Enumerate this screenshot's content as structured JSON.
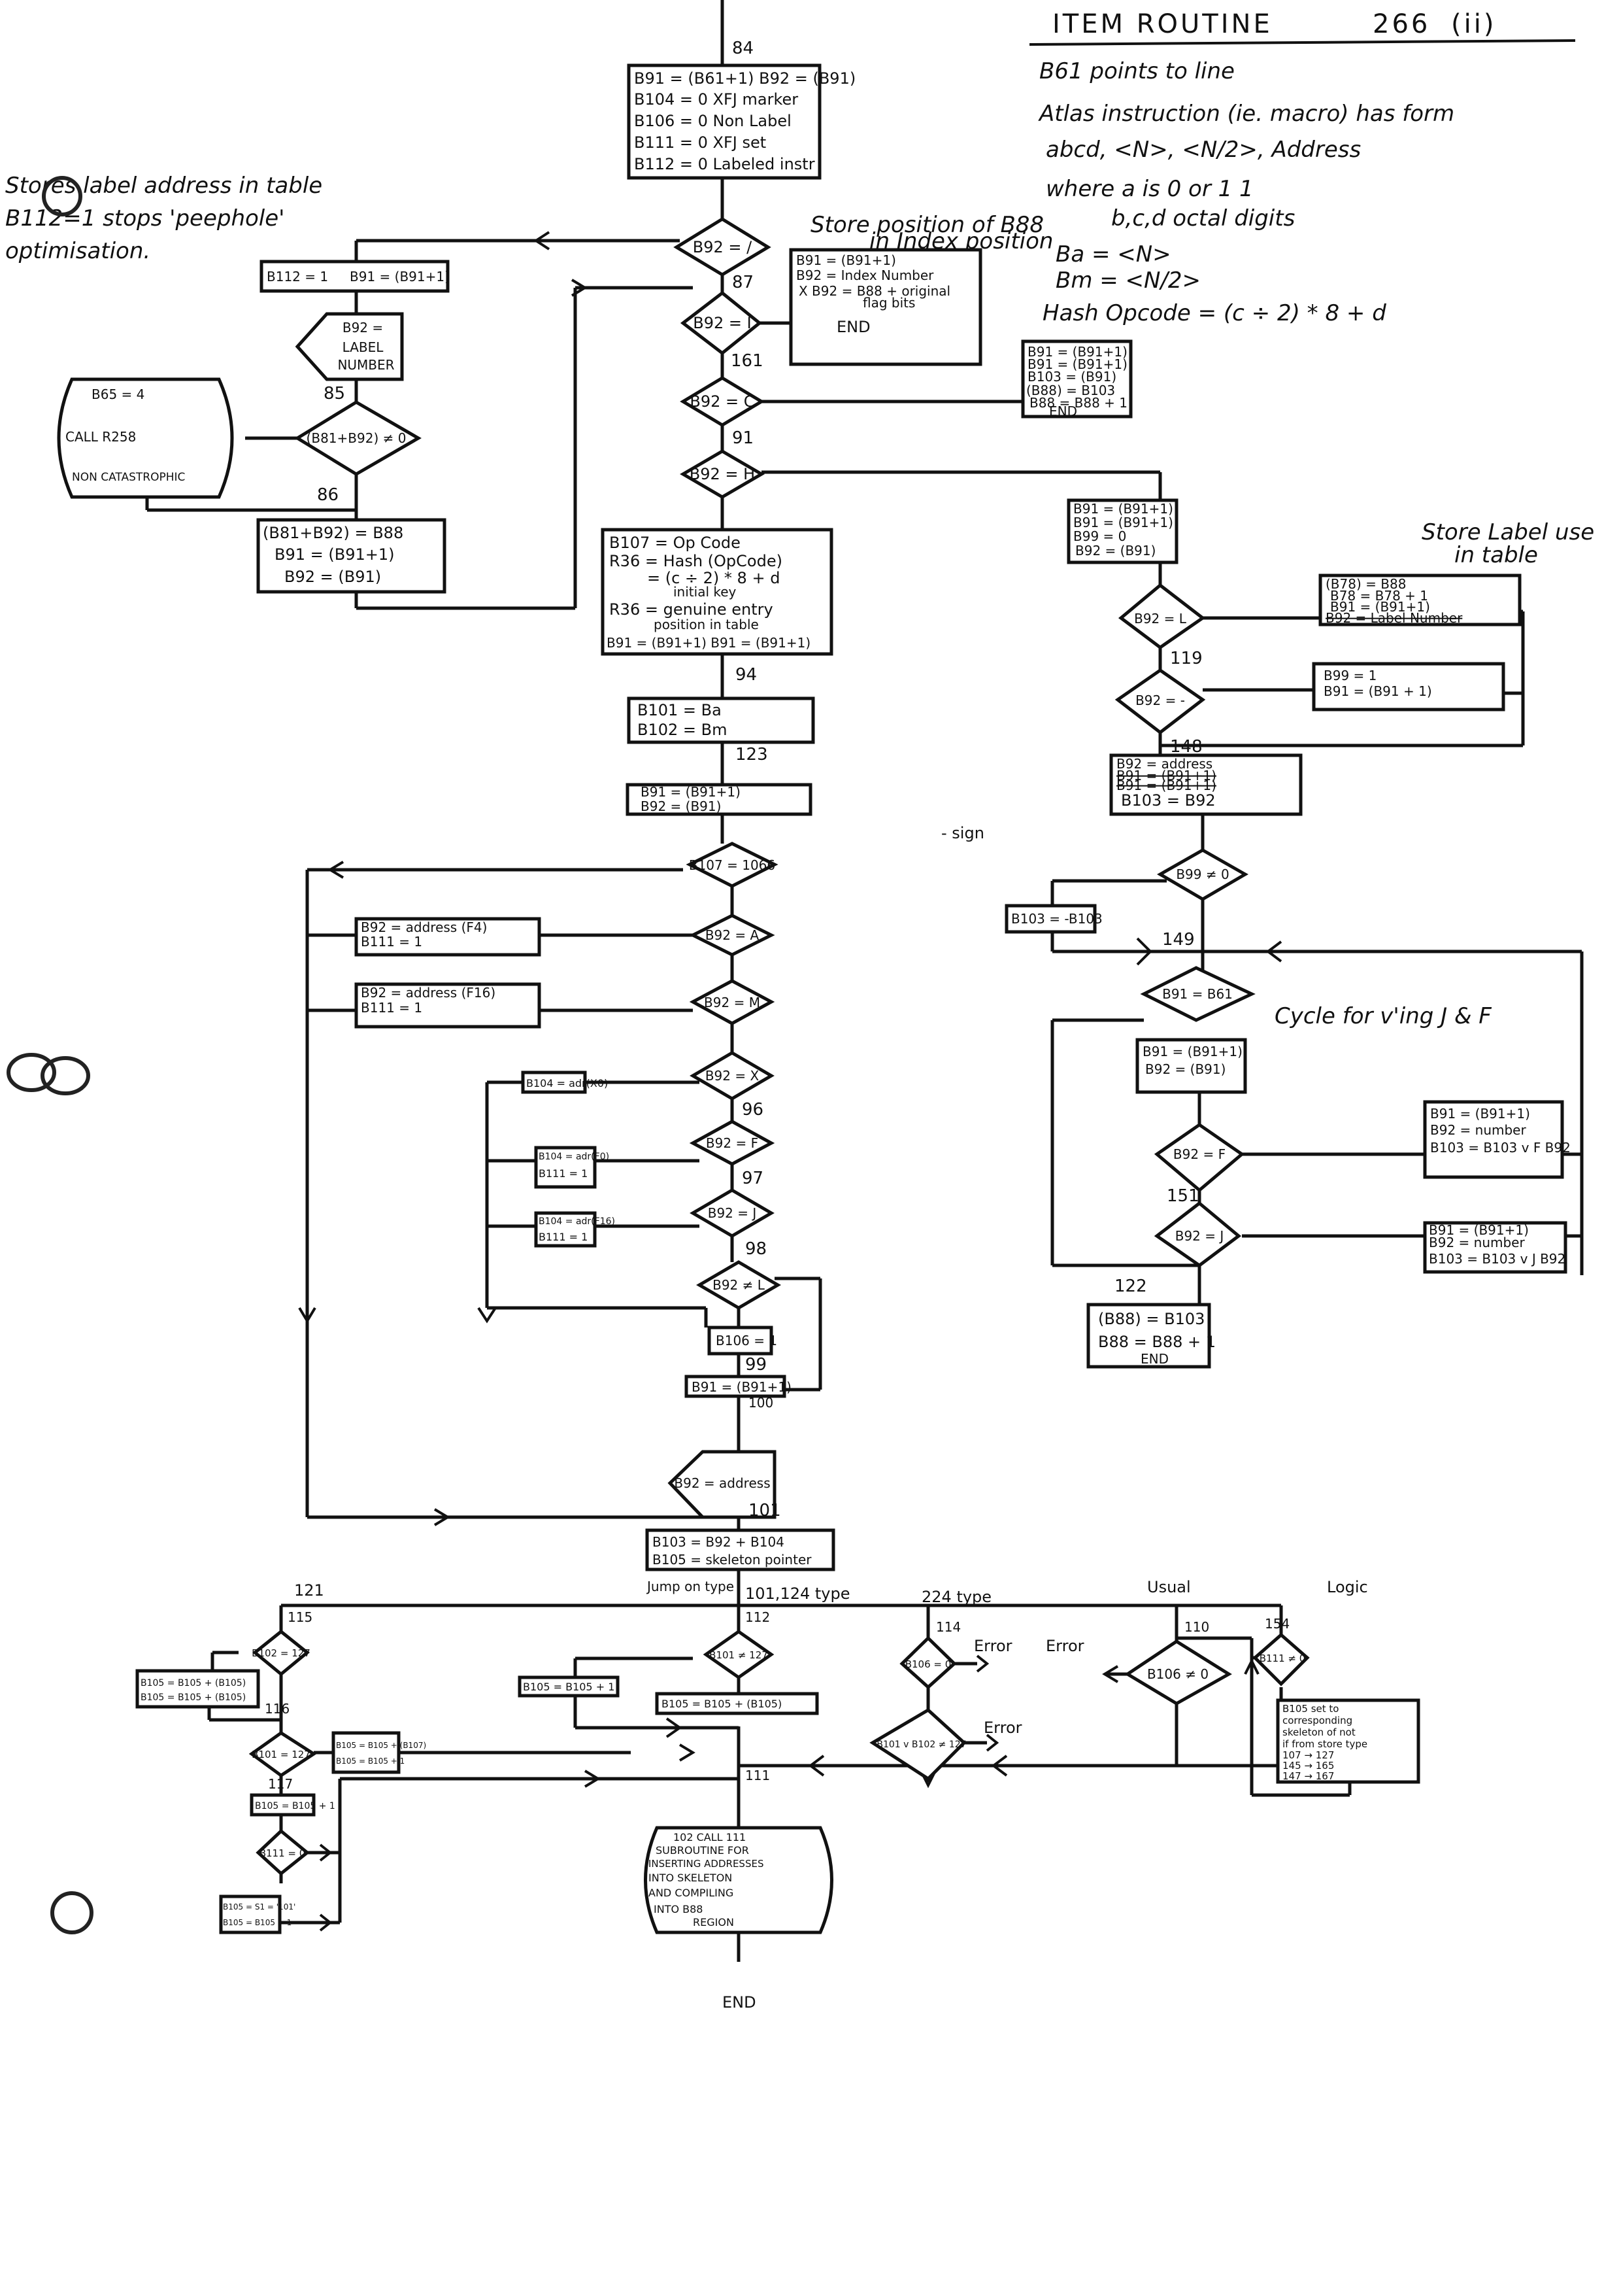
{
  "header": {
    "title": "ITEM ROUTINE",
    "routine_number": "266",
    "part": "(ii)"
  },
  "notes": {
    "top_right": [
      "B61 points to line",
      "Atlas instruction (ie. macro) has form",
      "abcd, <N>, <N/2>, Address",
      "where a is 0 or 1 1",
      "b,c,d octal digits",
      "Ba = <N>",
      "Bm = <N/2>",
      "Hash Opcode = (c ÷ 2) * 8 + d"
    ],
    "top_left": [
      "Stores label address in table",
      "B112=1 stops 'peephole'",
      "optimisation."
    ],
    "store_position": [
      "Store position of B88",
      "in Index position"
    ],
    "store_label_use": [
      "Store Label use",
      "in table"
    ],
    "minus_sign": "- sign",
    "cycle_note": "Cycle for v'ing J & F",
    "jump_on_type": "Jump on type",
    "branch_labels": {
      "b121": "121",
      "b101_124": "101,124 type",
      "b224": "224 type",
      "usual": "Usual",
      "logic": "Logic"
    },
    "errors": [
      "Error",
      "Error",
      "Error"
    ],
    "end_bottom": "END"
  },
  "connectors": {
    "c84": "84",
    "c85": "85",
    "c86": "86",
    "c87": "87",
    "c161": "161",
    "c91": "91",
    "c94": "94",
    "c123": "123",
    "c96": "96",
    "c97": "97",
    "c98": "98",
    "c99": "99",
    "c100": "100",
    "c101": "101",
    "c119": "119",
    "c148": "148",
    "c149": "149",
    "c151": "151",
    "c122": "122",
    "c115": "115",
    "c116": "116",
    "c117": "117",
    "c112": "112",
    "c114": "114",
    "c110": "110",
    "c154": "154",
    "c111": "111"
  },
  "boxes": {
    "init": [
      "B91 = (B61+1)   B92 = (B91)",
      "B104 = 0  XFJ marker",
      "B106 = 0  Non Label",
      "B111 = 0  XFJ set",
      "B112 = 0  Labeled instr"
    ],
    "label_set": [
      "B112 = 1",
      "B91 = (B91+1)"
    ],
    "label_number": [
      "B92 =",
      "LABEL",
      "NUMBER"
    ],
    "call_r258": [
      "B65 = 4",
      "CALL R258",
      "NON CATASTROPHIC"
    ],
    "store_b88": [
      "(B81+B92) = B88",
      "B91 = (B91+1)",
      "B92 = (B91)"
    ],
    "index_box": [
      "B91 = (B91+1)",
      "B92 = Index Number",
      "X B92 = B88 + original",
      "flag bits",
      "END"
    ],
    "c_box": [
      "B91 = (B91+1)",
      "B91 = (B91+1)",
      "B103 = (B91)",
      "(B88) = B103",
      "B88 = B88 + 1",
      "END"
    ],
    "opcode": [
      "B107 = Op Code",
      "R36 = Hash (OpCode)",
      "= (c ÷ 2) * 8 + d",
      "initial key",
      "R36 = genuine entry",
      "position in table",
      "B91 = (B91+1)   B91 = (B91+1)"
    ],
    "ba_bm": [
      "B101 = Ba",
      "B102 = Bm"
    ],
    "step": [
      "B91 = (B91+1)",
      "B92 = (B91)"
    ],
    "addr_f4": [
      "B92 = address (F4)",
      "B111 = 1"
    ],
    "addr_f16": [
      "B92 = address (F16)",
      "B111 = 1"
    ],
    "adr_x0": [
      "B104 = adr(X0)"
    ],
    "adr_f0": [
      "B104 = adr(F0)",
      "B111 = 1"
    ],
    "adr_f16b": [
      "B104 = adr(F16)",
      "B111 = 1"
    ],
    "b106": [
      "B106 = 1"
    ],
    "step99": [
      "B91 = (B91+1)"
    ],
    "addr_input": [
      "B92 = address"
    ],
    "skeleton": [
      "B103 = B92 + B104",
      "B105 = skeleton pointer"
    ],
    "h_box": [
      "B91 = (B91+1)",
      "B91 = (B91+1)",
      "B99 = 0",
      "B92 = (B91)"
    ],
    "label_use": [
      "(B78) = B88",
      "B78 = B78 + 1",
      "B91 = (B91+1)",
      "B92 = Label Number"
    ],
    "minus_box": [
      "B99 = 1",
      "B91 = (B91 + 1)"
    ],
    "address148": [
      "B92 = address",
      "B91 = (B91+1)",
      "B91 = (B91+1)",
      "B103 = B92"
    ],
    "neg": [
      "B103 = -B103"
    ],
    "cycle_step": [
      "B91 = (B91+1)",
      "B92 = (B91)"
    ],
    "f_box": [
      "B91 = (B91+1)",
      "B92 = number",
      "B103 = B103 v F B92"
    ],
    "j_box": [
      "B91 = (B91+1)",
      "B92 = number",
      "B103 = B103 v J B92"
    ],
    "end122": [
      "(B88) = B103",
      "B88 = B88 + 1",
      "END"
    ],
    "b105_double": [
      "B105 = B105 + (B105)",
      "B105 = B105 + (B105)"
    ],
    "b105_127": [
      "B105 = B105 + (B107)",
      "B105 = B105 + 1"
    ],
    "b105_inc117": [
      "B105 = B105 + 1"
    ],
    "b105_s1": [
      "B105 = S1 = '101'",
      "B105 = B105 + 1"
    ],
    "b105_inc112": [
      "B105 = B105 + 1"
    ],
    "b105_add112": [
      "B105 = B105 + (B105)"
    ],
    "logic_box": [
      "B105 set to",
      "corresponding",
      "skeleton of not",
      "if from store type",
      "107 → 127",
      "145 → 165",
      "147 → 167"
    ],
    "subroutine": [
      "102  CALL    111",
      "SUBROUTINE FOR",
      "INSERTING ADDRESSES",
      "INTO SKELETON",
      "AND COMPILING",
      "INTO B88",
      "REGION"
    ]
  },
  "decisions": {
    "d_slash": "B92 = /",
    "d_colon": "(B81+B92) ≠ 0",
    "d_I": "B92 = I",
    "d_C": "B92 = C",
    "d_H": "B92 = H",
    "d_1066": "B107 = 1066",
    "d_A": "B92 = A",
    "d_M": "B92 = M",
    "d_X": "B92 = X",
    "d_F": "B92 = F",
    "d_J": "B92 = J",
    "d_L": "B92 ≠ L",
    "d_rL": "B92 = L",
    "d_rminus": "B92 = -",
    "d_b99": "B99 ≠ 0",
    "d_b61": "B91 = B61",
    "d_rF": "B92 = F",
    "d_rJ": "B92 = J",
    "d_102": "B102 = 127",
    "d_101": "B101 = 127",
    "d_b111": "B111 = 0",
    "d_112": "B101 ≠ 127",
    "d_114": "B106 = 0",
    "d_114b": "B101 v B102 ≠ 127",
    "d_110": "B106 ≠ 0",
    "d_154": "B111 ≠ 0"
  }
}
